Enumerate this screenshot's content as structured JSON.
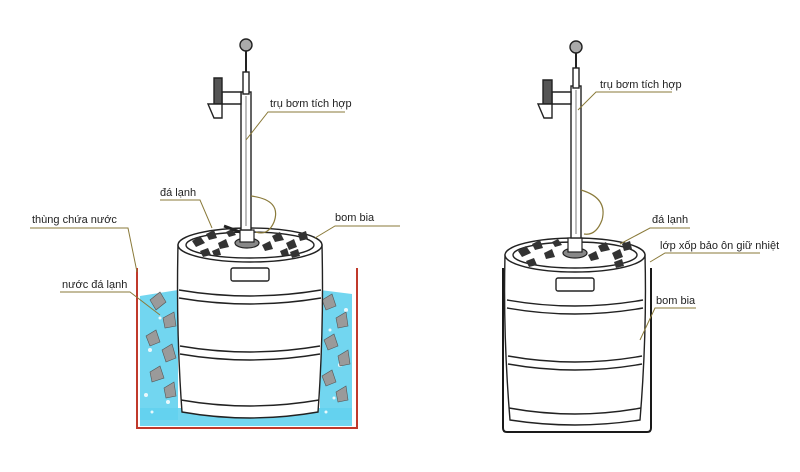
{
  "colors": {
    "line": "#222222",
    "leader": "#8a7a3a",
    "tank_left": "#c0392b",
    "tank_right": "#1a1a1a",
    "water": "#63d1ee",
    "ice": "#9a9a9a",
    "keg_fill": "#ffffff"
  },
  "left_diagram": {
    "labels": {
      "pump": "trụ bơm tích hợp",
      "ice": "đá lạnh",
      "tank": "thùng chứa nước",
      "keg": "bom bia",
      "ice_water": "nước đá lạnh"
    }
  },
  "right_diagram": {
    "labels": {
      "pump": "trụ bơm tích hợp",
      "ice": "đá lạnh",
      "foam": "lớp xốp bảo ôn giữ nhiệt",
      "keg": "bom bia"
    }
  }
}
